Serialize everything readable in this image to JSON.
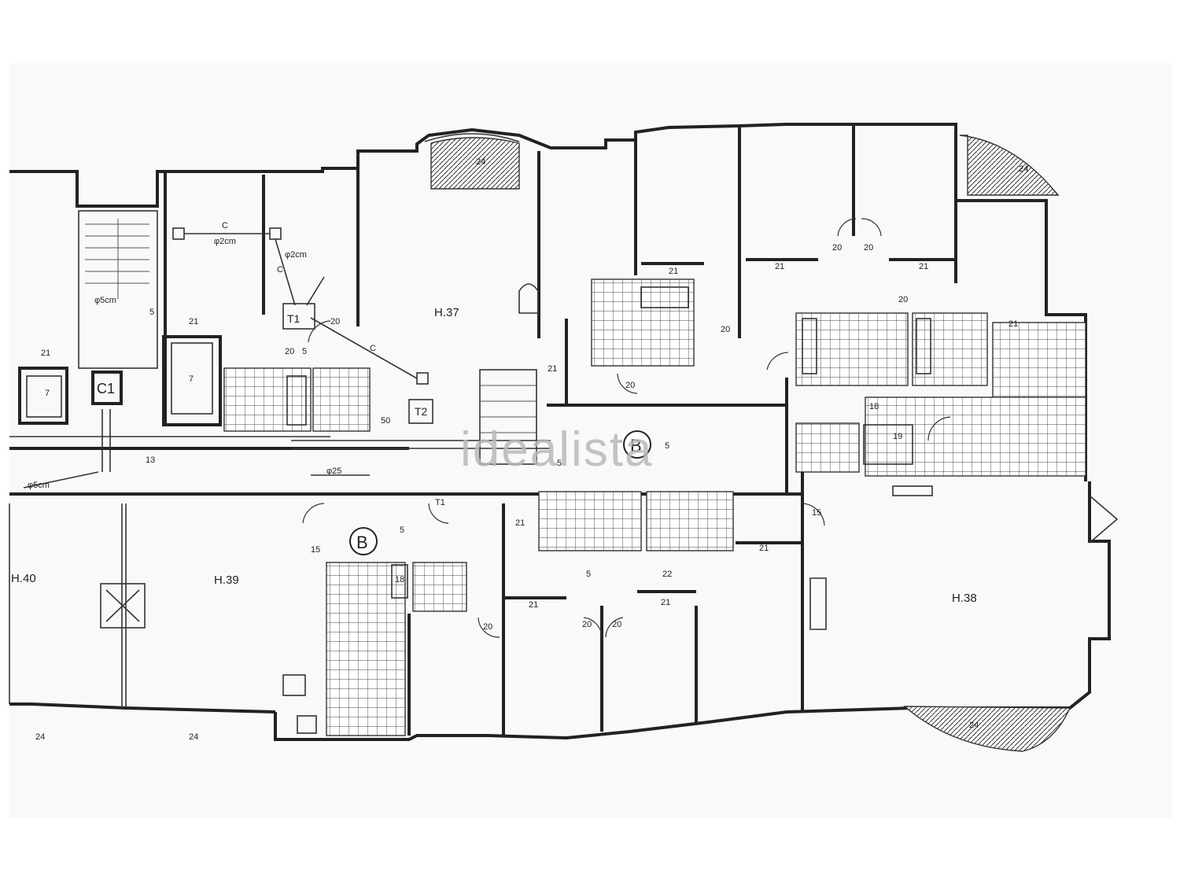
{
  "watermark": "idealista",
  "units": {
    "h37": "H.37",
    "h38": "H.38",
    "h39": "H.39",
    "h40": "H.40"
  },
  "block_marks": [
    "B",
    "B"
  ],
  "service": {
    "c1": "C1",
    "t1": "T1",
    "t2": "T2",
    "t1_small": "T1",
    "c_a": "C",
    "c_b": "C",
    "c_c": "C",
    "pipe_a": "φ2cm",
    "pipe_b": "φ2cm",
    "pipe_c": "φ5cm",
    "pipe_d": "φ25",
    "pipe_e": "φ5cm",
    "tso": "50"
  },
  "room_codes": {
    "c24_top": "24",
    "c24_tr": "24",
    "c24_br": "24",
    "c24_bl1": "24",
    "c24_bl2": "24",
    "c21_a": "21",
    "c21_b": "21",
    "c21_c": "21",
    "c21_d": "21",
    "c21_e": "21",
    "c21_f": "21",
    "c21_g": "21",
    "c21_h": "21",
    "c21_i": "21",
    "c21_j": "21",
    "c21_k": "21",
    "c20_a": "20",
    "c20_b": "20",
    "c20_c": "20",
    "c20_d": "20",
    "c20_e": "20",
    "c20_f": "20",
    "c20_g": "20",
    "c20_h": "20",
    "c20_i": "20",
    "c20_j": "20",
    "c22": "22",
    "c19": "19",
    "c18_a": "18",
    "c18_b": "18",
    "c15_a": "15",
    "c15_b": "15",
    "c13": "13",
    "c7_a": "7",
    "c7_b": "7",
    "c5_a": "5",
    "c5_b": "5",
    "c5_c": "5",
    "c5_d": "5",
    "c5_e": "5",
    "c5_f": "5"
  }
}
